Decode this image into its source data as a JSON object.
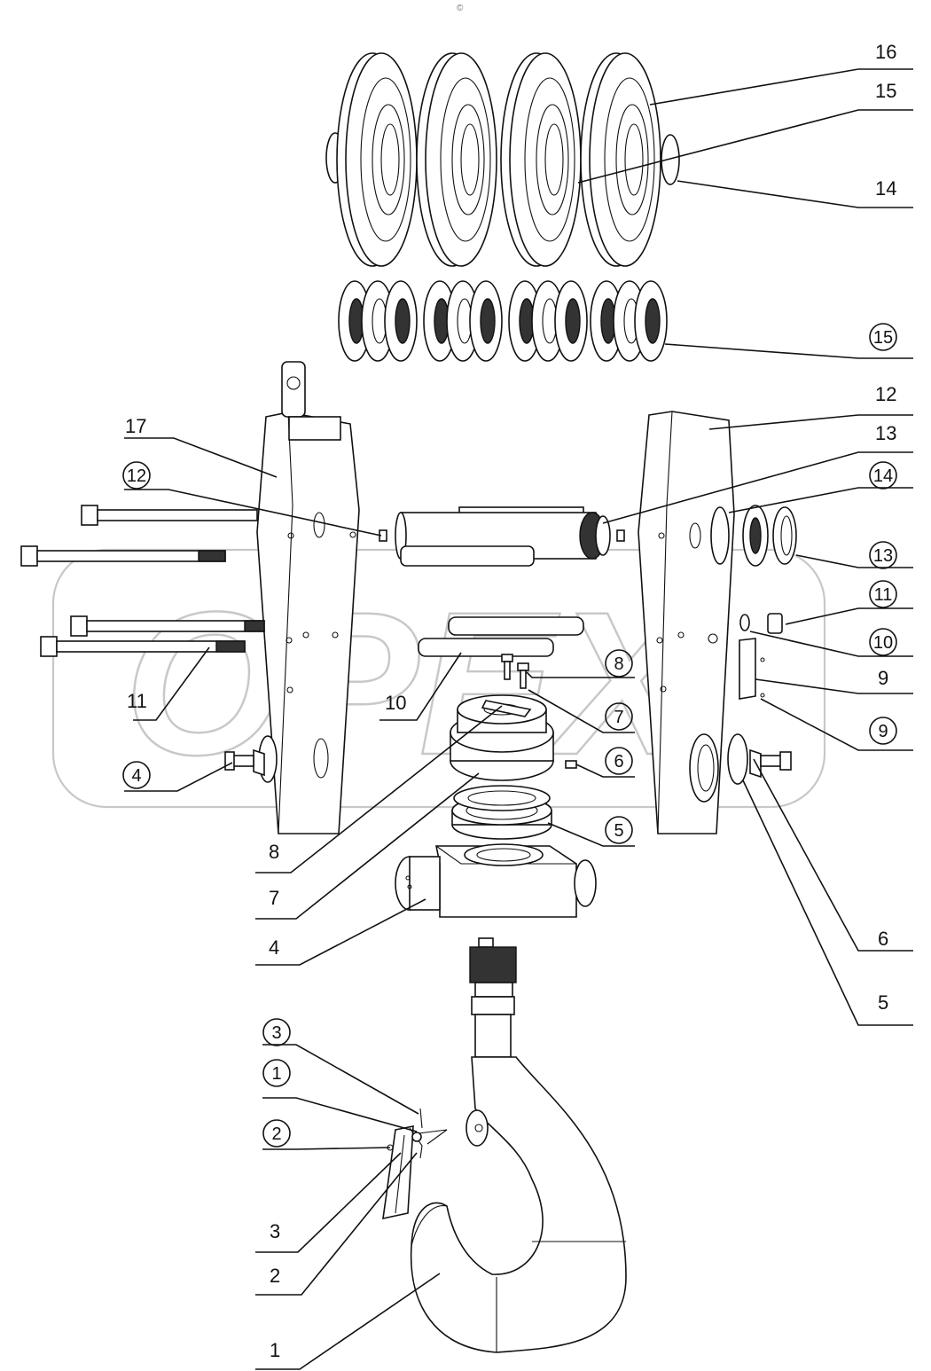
{
  "diagram": {
    "watermark_text": "OPEX",
    "top_mark": "©",
    "callouts": [
      {
        "id": "c16-top",
        "label": "16",
        "circled": false
      },
      {
        "id": "c15-top",
        "label": "15",
        "circled": false
      },
      {
        "id": "c14-top",
        "label": "14",
        "circled": false
      },
      {
        "id": "c15-circ",
        "label": "15",
        "circled": true
      },
      {
        "id": "c12-right",
        "label": "12",
        "circled": false
      },
      {
        "id": "c13-right",
        "label": "13",
        "circled": false
      },
      {
        "id": "c14-circ",
        "label": "14",
        "circled": true
      },
      {
        "id": "c13-circ",
        "label": "13",
        "circled": true
      },
      {
        "id": "c11-circ",
        "label": "11",
        "circled": true
      },
      {
        "id": "c10-circ",
        "label": "10",
        "circled": true
      },
      {
        "id": "c9-right",
        "label": "9",
        "circled": false
      },
      {
        "id": "c9-circ",
        "label": "9",
        "circled": true
      },
      {
        "id": "c17-left",
        "label": "17",
        "circled": false
      },
      {
        "id": "c12-circ",
        "label": "12",
        "circled": true
      },
      {
        "id": "c11-left",
        "label": "11",
        "circled": false
      },
      {
        "id": "c10-left",
        "label": "10",
        "circled": false
      },
      {
        "id": "c8-circ",
        "label": "8",
        "circled": true
      },
      {
        "id": "c7-circ",
        "label": "7",
        "circled": true
      },
      {
        "id": "c6-circ",
        "label": "6",
        "circled": true
      },
      {
        "id": "c4-circ",
        "label": "4",
        "circled": true
      },
      {
        "id": "c5-circ",
        "label": "5",
        "circled": true
      },
      {
        "id": "c8-left",
        "label": "8",
        "circled": false
      },
      {
        "id": "c7-left",
        "label": "7",
        "circled": false
      },
      {
        "id": "c4-left",
        "label": "4",
        "circled": false
      },
      {
        "id": "c6-right",
        "label": "6",
        "circled": false
      },
      {
        "id": "c5-right",
        "label": "5",
        "circled": false
      },
      {
        "id": "c3-circ",
        "label": "3",
        "circled": true
      },
      {
        "id": "c1-circ",
        "label": "1",
        "circled": true
      },
      {
        "id": "c2-circ",
        "label": "2",
        "circled": true
      },
      {
        "id": "c3-left",
        "label": "3",
        "circled": false
      },
      {
        "id": "c2-left",
        "label": "2",
        "circled": false
      },
      {
        "id": "c1-left",
        "label": "1",
        "circled": false
      }
    ]
  }
}
